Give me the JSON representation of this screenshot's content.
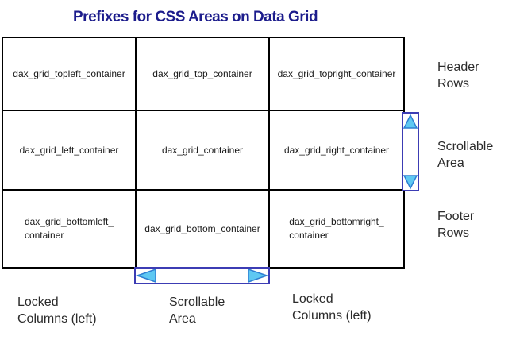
{
  "title": "Prefixes for CSS Areas on Data Grid",
  "colors": {
    "title_text": "#1c1c8c",
    "grid_border": "#000000",
    "scrollbar_border": "#3c3cb4",
    "arrow_fill": "#5ec8f2",
    "arrow_stroke": "#2e7fd2",
    "label_text": "#2b2b2b",
    "background": "#ffffff"
  },
  "grid": {
    "cells": [
      {
        "id": "topleft",
        "lines": [
          "dax_grid_topleft_container"
        ]
      },
      {
        "id": "top",
        "lines": [
          "dax_grid_top_container"
        ]
      },
      {
        "id": "topright",
        "lines": [
          "dax_grid_topright_container"
        ]
      },
      {
        "id": "left",
        "lines": [
          "dax_grid_left_container"
        ]
      },
      {
        "id": "center",
        "lines": [
          "dax_grid_container"
        ]
      },
      {
        "id": "right",
        "lines": [
          "dax_grid_right_container"
        ]
      },
      {
        "id": "bottomleft",
        "lines": [
          "dax_grid_bottomleft_",
          "container"
        ]
      },
      {
        "id": "bottom",
        "lines": [
          "dax_grid_bottom_container"
        ]
      },
      {
        "id": "bottomright",
        "lines": [
          "dax_grid_bottomright_",
          "container"
        ]
      }
    ]
  },
  "side_labels": [
    {
      "id": "header-rows",
      "lines": [
        "Header",
        "Rows"
      ]
    },
    {
      "id": "scrollable-area",
      "lines": [
        "Scrollable",
        "Area"
      ]
    },
    {
      "id": "footer-rows",
      "lines": [
        "Footer",
        "Rows"
      ]
    }
  ],
  "bottom_labels": [
    {
      "id": "locked-columns-left",
      "lines": [
        "Locked",
        "Columns (left)"
      ]
    },
    {
      "id": "scrollable-area",
      "lines": [
        "Scrollable",
        "Area"
      ]
    },
    {
      "id": "locked-columns-right",
      "lines": [
        "Locked",
        "Columns (left)"
      ]
    }
  ],
  "icons": {
    "vertical_scrollbar": [
      "scroll-up-arrow-icon",
      "scroll-down-arrow-icon"
    ],
    "horizontal_scrollbar": [
      "scroll-left-arrow-icon",
      "scroll-right-arrow-icon"
    ]
  }
}
